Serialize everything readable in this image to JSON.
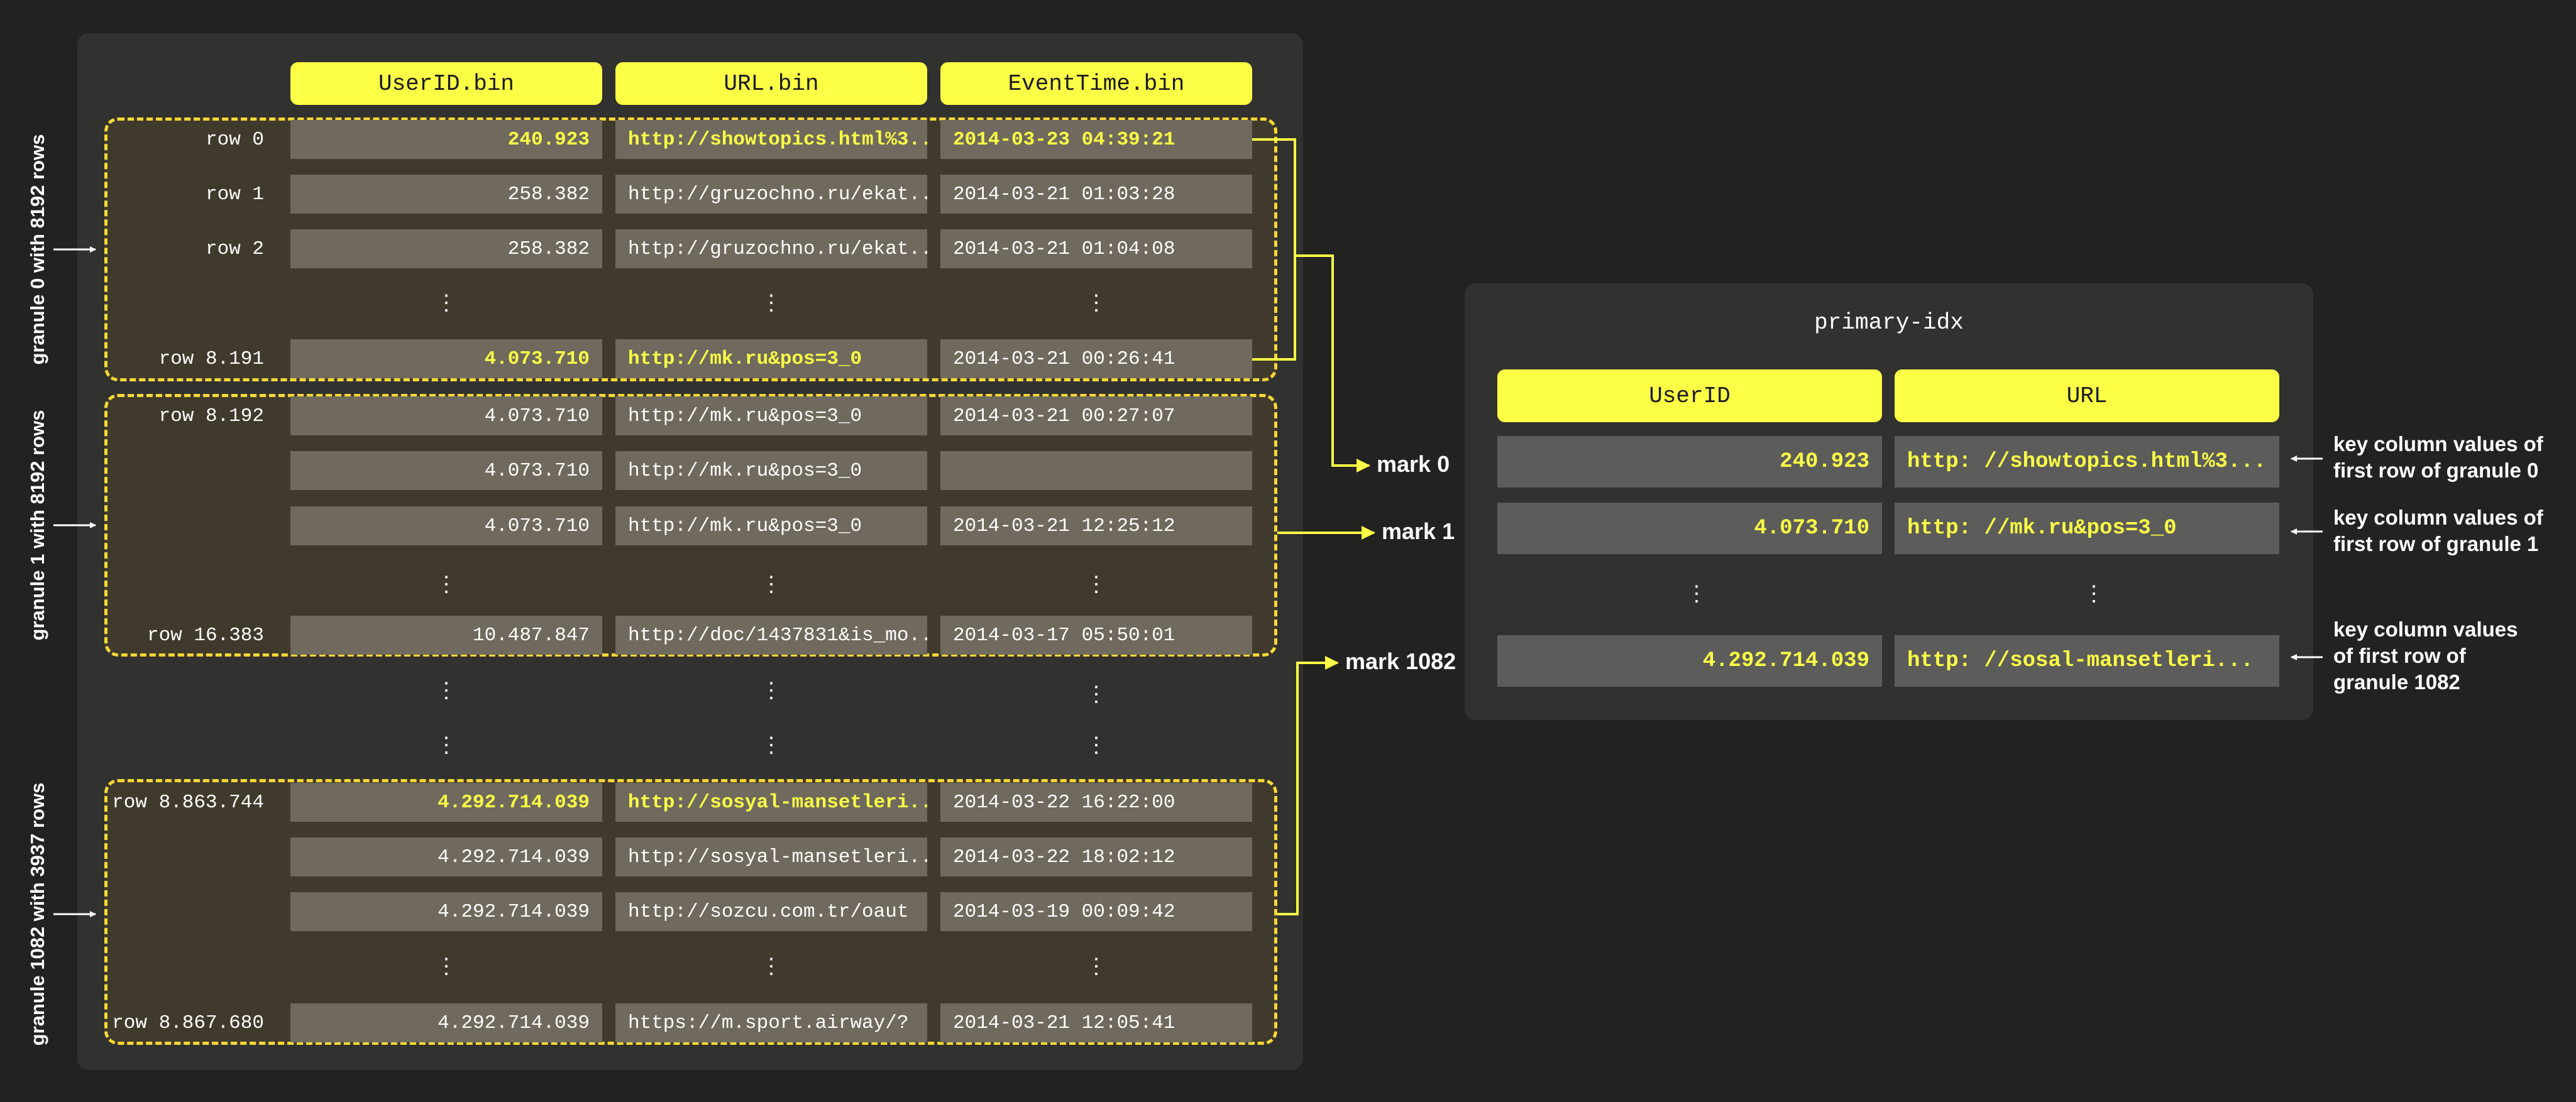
{
  "table": {
    "headers": [
      "UserID.bin",
      "URL.bin",
      "EventTime.bin"
    ],
    "granules": [
      {
        "label": "granule 0 with  8192 rows",
        "rows": [
          {
            "label": "row 0",
            "userid": "240.923",
            "url": "http://showtopics.html%3...",
            "time": "2014-03-23 04:39:21",
            "highlight": true
          },
          {
            "label": "row 1",
            "userid": "258.382",
            "url": "http://gruzochno.ru/ekat...",
            "time": "2014-03-21 01:03:28",
            "highlight": false
          },
          {
            "label": "row 2",
            "userid": "258.382",
            "url": "http://gruzochno.ru/ekat...",
            "time": "2014-03-21 01:04:08",
            "highlight": false
          },
          {
            "label": "row 8.191",
            "userid": "4.073.710",
            "url": "http://mk.ru&pos=3_0",
            "time": "2014-03-21 00:26:41",
            "highlight": false,
            "hl_cols": [
              "userid",
              "url"
            ]
          }
        ]
      },
      {
        "label": "granule 1 with  8192 rows",
        "rows": [
          {
            "label": "row 8.192",
            "userid": "4.073.710",
            "url": "http://mk.ru&pos=3_0",
            "time": "2014-03-21 00:27:07"
          },
          {
            "label": "",
            "userid": "4.073.710",
            "url": "http://mk.ru&pos=3_0",
            "time": ""
          },
          {
            "label": "",
            "userid": "4.073.710",
            "url": "http://mk.ru&pos=3_0",
            "time": "2014-03-21 12:25:12"
          },
          {
            "label": "row 16.383",
            "userid": "10.487.847",
            "url": "http://doc/1437831&is_mo...",
            "time": "2014-03-17 05:50:01"
          }
        ]
      },
      {
        "label": "granule 1082  with  3937 rows",
        "rows": [
          {
            "label": "row 8.863.744",
            "userid": "4.292.714.039",
            "url": "http://sosyal-mansetleri...",
            "time": "2014-03-22 16:22:00",
            "hl_cols": [
              "userid",
              "url"
            ]
          },
          {
            "label": "",
            "userid": "4.292.714.039",
            "url": "http://sosyal-mansetleri...",
            "time": "2014-03-22 18:02:12"
          },
          {
            "label": "",
            "userid": "4.292.714.039",
            "url": "http://sozcu.com.tr/oaut",
            "time": "2014-03-19 00:09:42"
          },
          {
            "label": "row 8.867.680",
            "userid": "4.292.714.039",
            "url": "https://m.sport.airway/?",
            "time": "2014-03-21 12:05:41"
          }
        ]
      }
    ],
    "ellipsis": "⋮"
  },
  "marks": [
    "mark 0",
    "mark 1",
    "mark 1082"
  ],
  "primary_index": {
    "title": "primary-idx",
    "headers": [
      "UserID",
      "URL"
    ],
    "rows": [
      {
        "userid": "240.923",
        "url": "http: //showtopics.html%3...",
        "note": "key column values of first row of granule 0",
        "note_lines": [
          "key column values of",
          "first row of granule 0"
        ]
      },
      {
        "userid": "4.073.710",
        "url": "http: //mk.ru&pos=3_0",
        "note": "key column values of first row of granule 1",
        "note_lines": [
          "key column values of",
          "first row of granule 1"
        ]
      },
      {
        "userid": "4.292.714.039",
        "url": "http: //sosal-mansetleri...",
        "note": "key column values of first row of granule 1082",
        "note_lines": [
          "key column values",
          "of first row of",
          "granule 1082"
        ]
      }
    ]
  },
  "colors": {
    "background": "#222220",
    "panel": "#31312f",
    "accent_yellow": "#fbff46",
    "granule_border": "#f6d936",
    "granule_fill": "#403a2c",
    "cell": "#6f6a5d",
    "index_cell": "#5c5c5a"
  }
}
